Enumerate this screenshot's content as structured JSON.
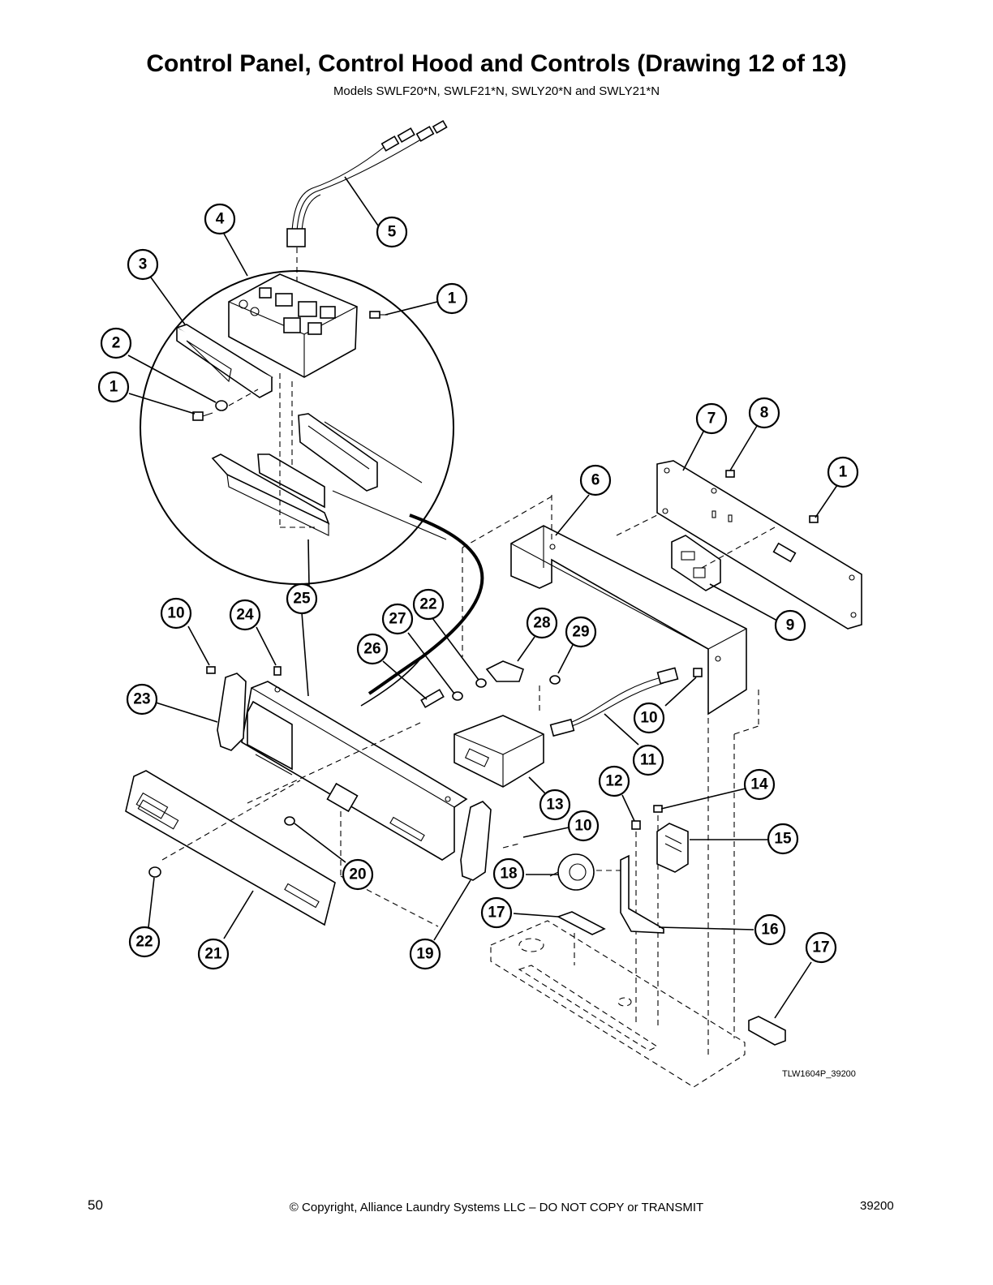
{
  "page": {
    "title": "Control Panel, Control Hood and Controls (Drawing 12 of 13)",
    "subtitle": "Models SWLF20*N, SWLF21*N, SWLY20*N and SWLY21*N",
    "drawing_id": "TLW1604P_39200",
    "footer": {
      "page_number": "50",
      "copyright": "© Copyright, Alliance Laundry Systems LLC – DO NOT COPY or TRANSMIT",
      "doc_number": "39200"
    }
  },
  "callouts": [
    {
      "id": "c4",
      "label": "4"
    },
    {
      "id": "c5",
      "label": "5"
    },
    {
      "id": "c3",
      "label": "3"
    },
    {
      "id": "c1a",
      "label": "1"
    },
    {
      "id": "c2",
      "label": "2"
    },
    {
      "id": "c1b",
      "label": "1"
    },
    {
      "id": "c7",
      "label": "7"
    },
    {
      "id": "c8",
      "label": "8"
    },
    {
      "id": "c1c",
      "label": "1"
    },
    {
      "id": "c6",
      "label": "6"
    },
    {
      "id": "c9",
      "label": "9"
    },
    {
      "id": "c25",
      "label": "25"
    },
    {
      "id": "c10a",
      "label": "10"
    },
    {
      "id": "c24",
      "label": "24"
    },
    {
      "id": "c22a",
      "label": "22"
    },
    {
      "id": "c27",
      "label": "27"
    },
    {
      "id": "c28",
      "label": "28"
    },
    {
      "id": "c29",
      "label": "29"
    },
    {
      "id": "c26",
      "label": "26"
    },
    {
      "id": "c23",
      "label": "23"
    },
    {
      "id": "c10b",
      "label": "10"
    },
    {
      "id": "c11",
      "label": "11"
    },
    {
      "id": "c12",
      "label": "12"
    },
    {
      "id": "c14",
      "label": "14"
    },
    {
      "id": "c13",
      "label": "13"
    },
    {
      "id": "c10c",
      "label": "10"
    },
    {
      "id": "c15",
      "label": "15"
    },
    {
      "id": "c20",
      "label": "20"
    },
    {
      "id": "c18",
      "label": "18"
    },
    {
      "id": "c17a",
      "label": "17"
    },
    {
      "id": "c16",
      "label": "16"
    },
    {
      "id": "c17b",
      "label": "17"
    },
    {
      "id": "c22b",
      "label": "22"
    },
    {
      "id": "c21",
      "label": "21"
    },
    {
      "id": "c19",
      "label": "19"
    }
  ]
}
